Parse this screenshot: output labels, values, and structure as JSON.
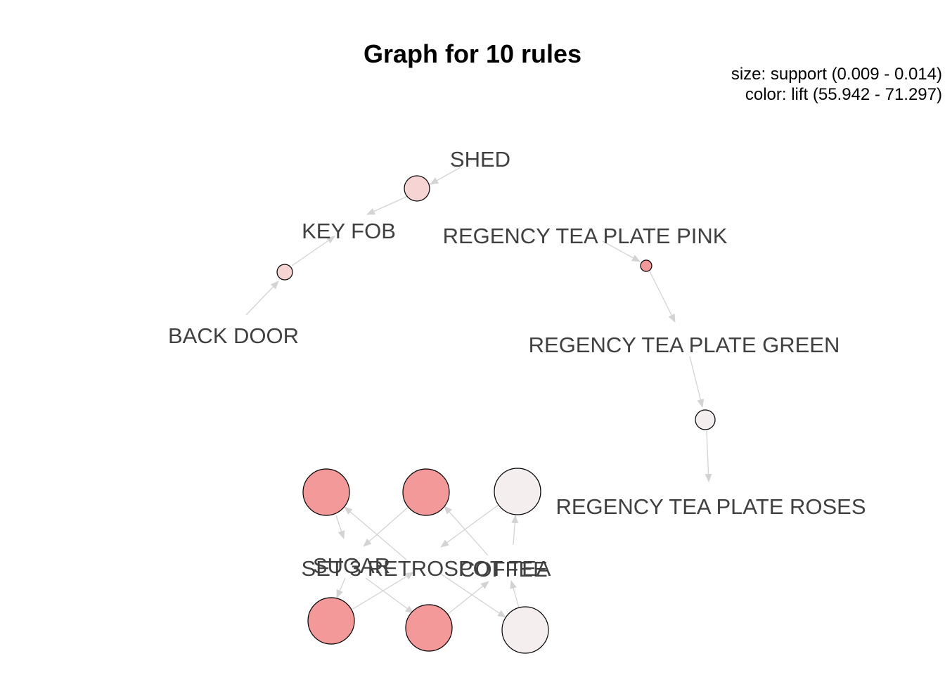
{
  "title": "Graph for 10 rules",
  "legend": {
    "size": "size: support (0.009 - 0.014)",
    "color": "color: lift (55.942 - 71.297)"
  },
  "colors": {
    "edge": "#d3d3d3",
    "label": "#404040",
    "lift_high": "#f4999a",
    "lift_mid": "#f6d4d4",
    "lift_low": "#f4eeee"
  },
  "items": [
    {
      "id": "shed",
      "label": "SHED"
    },
    {
      "id": "key_fob",
      "label": "KEY FOB"
    },
    {
      "id": "back_door",
      "label": "BACK DOOR"
    },
    {
      "id": "regency_pink",
      "label": "REGENCY TEA PLATE PINK"
    },
    {
      "id": "regency_green",
      "label": "REGENCY TEA PLATE GREEN"
    },
    {
      "id": "regency_roses",
      "label": "REGENCY TEA PLATE ROSES"
    },
    {
      "id": "sugar",
      "label": "SUGAR"
    },
    {
      "id": "set3",
      "label": "SET 3 RETROSPOT TEA"
    },
    {
      "id": "coffee",
      "label": "COFFEE"
    }
  ],
  "rules": [
    {
      "id": "r1",
      "lhs": [
        "shed"
      ],
      "rhs": "key_fob",
      "color": "#f6d4d4"
    },
    {
      "id": "r2",
      "lhs": [
        "back_door"
      ],
      "rhs": "key_fob",
      "color": "#f6d4d4"
    },
    {
      "id": "r3",
      "lhs": [
        "regency_pink"
      ],
      "rhs": "regency_green",
      "color": "#f4999a"
    },
    {
      "id": "r4",
      "lhs": [
        "regency_green"
      ],
      "rhs": "regency_roses",
      "color": "#f4eeee"
    },
    {
      "id": "r5",
      "lhs": [
        "sugar"
      ],
      "rhs": "set3",
      "color": "#f4999a"
    },
    {
      "id": "r6",
      "lhs": [
        "sugar"
      ],
      "rhs": "coffee",
      "color": "#f4999a"
    },
    {
      "id": "r7",
      "lhs": [
        "set3"
      ],
      "rhs": "coffee",
      "color": "#f4eeee"
    },
    {
      "id": "r8",
      "lhs": [
        "set3"
      ],
      "rhs": "sugar",
      "color": "#f4999a"
    },
    {
      "id": "r9",
      "lhs": [
        "coffee"
      ],
      "rhs": "sugar",
      "color": "#f4999a"
    },
    {
      "id": "r10",
      "lhs": [
        "coffee"
      ],
      "rhs": "set3",
      "color": "#f4eeee"
    }
  ]
}
